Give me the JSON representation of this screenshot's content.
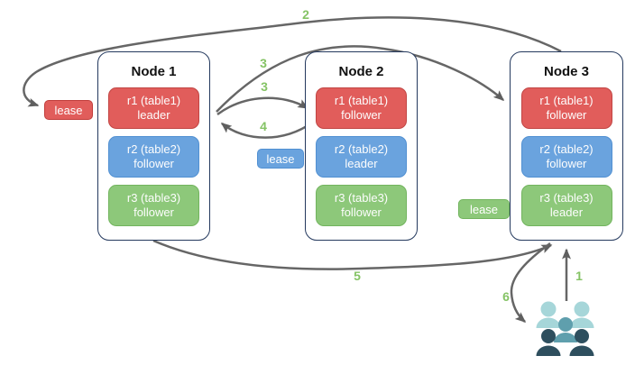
{
  "nodes": [
    {
      "title": "Node 1",
      "replicas": [
        {
          "label": "r1 (table1)",
          "role": "leader",
          "color": "red"
        },
        {
          "label": "r2 (table2)",
          "role": "follower",
          "color": "blue"
        },
        {
          "label": "r3 (table3)",
          "role": "follower",
          "color": "green"
        }
      ]
    },
    {
      "title": "Node 2",
      "replicas": [
        {
          "label": "r1 (table1)",
          "role": "follower",
          "color": "red"
        },
        {
          "label": "r2 (table2)",
          "role": "leader",
          "color": "blue"
        },
        {
          "label": "r3 (table3)",
          "role": "follower",
          "color": "green"
        }
      ]
    },
    {
      "title": "Node 3",
      "replicas": [
        {
          "label": "r1 (table1)",
          "role": "follower",
          "color": "red"
        },
        {
          "label": "r2 (table2)",
          "role": "follower",
          "color": "blue"
        },
        {
          "label": "r3 (table3)",
          "role": "leader",
          "color": "green"
        }
      ]
    }
  ],
  "leases": [
    {
      "label": "lease",
      "color_name": "red",
      "color": "#e15d5b"
    },
    {
      "label": "lease",
      "color_name": "blue",
      "color": "#6aa3de"
    },
    {
      "label": "lease",
      "color_name": "green",
      "color": "#8dc87a"
    }
  ],
  "steps": {
    "s1": "1",
    "s2": "2",
    "s3a": "3",
    "s3b": "3",
    "s4": "4",
    "s5": "5",
    "s6": "6"
  },
  "icons": {
    "clients": "users-icon"
  },
  "colors": {
    "node_border": "#24395e",
    "replica_red": "#e15d5b",
    "replica_red_border": "#c14543",
    "replica_blue": "#6aa3de",
    "replica_blue_border": "#5190d2",
    "replica_green": "#8dc87a",
    "replica_green_border": "#72b45e",
    "arrow": "#666666",
    "step_label": "#85c365",
    "person_light": "#a6d6d9",
    "person_medium": "#5f9fad",
    "person_dark": "#2e4f5e"
  }
}
